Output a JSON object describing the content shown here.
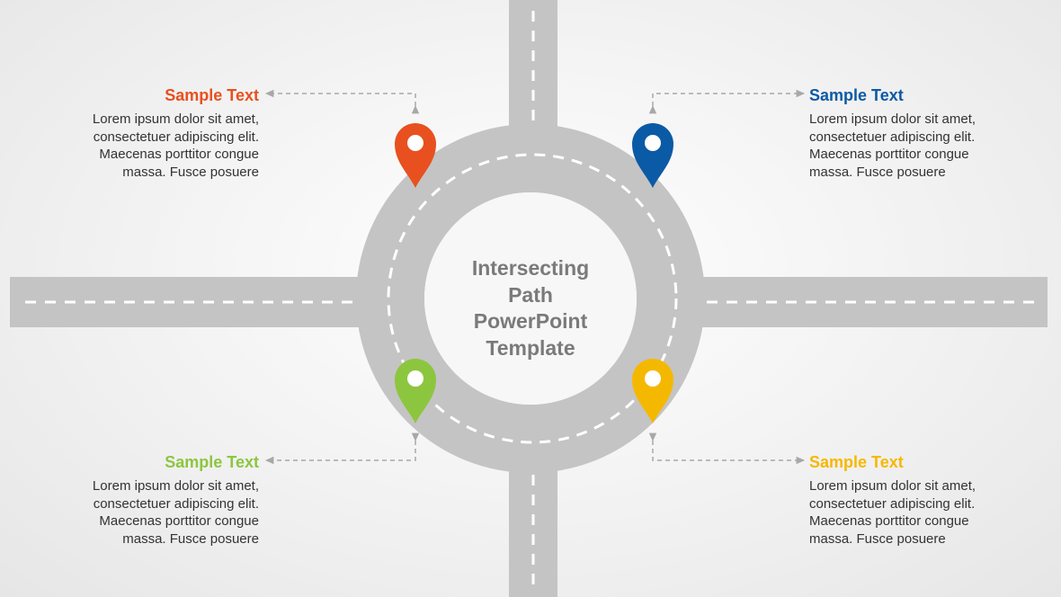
{
  "title_lines": [
    "Intersecting",
    "Path",
    "PowerPoint",
    "Template"
  ],
  "colors": {
    "road": "#c4c4c4",
    "road_marking": "#ffffff",
    "connector": "#a8a8a8",
    "title": "#7a7a7a",
    "body_text": "#333333"
  },
  "callouts": [
    {
      "id": "top-left",
      "title": "Sample Text",
      "color": "#e8501f",
      "body_lines": [
        "Lorem ipsum dolor sit amet,",
        "consectetuer adipiscing elit.",
        "Maecenas porttitor congue",
        "massa. Fusce posuere"
      ]
    },
    {
      "id": "top-right",
      "title": "Sample Text",
      "color": "#0b5aa6",
      "body_lines": [
        "Lorem ipsum dolor sit amet,",
        "consectetuer adipiscing elit.",
        "Maecenas porttitor congue",
        "massa. Fusce posuere"
      ]
    },
    {
      "id": "bottom-left",
      "title": "Sample Text",
      "color": "#8cc63f",
      "body_lines": [
        "Lorem ipsum dolor sit amet,",
        "consectetuer adipiscing elit.",
        "Maecenas porttitor congue",
        "massa. Fusce posuere"
      ]
    },
    {
      "id": "bottom-right",
      "title": "Sample Text",
      "color": "#f5b800",
      "body_lines": [
        "Lorem ipsum dolor sit amet,",
        "consectetuer adipiscing elit.",
        "Maecenas porttitor congue",
        "massa. Fusce posuere"
      ]
    }
  ]
}
